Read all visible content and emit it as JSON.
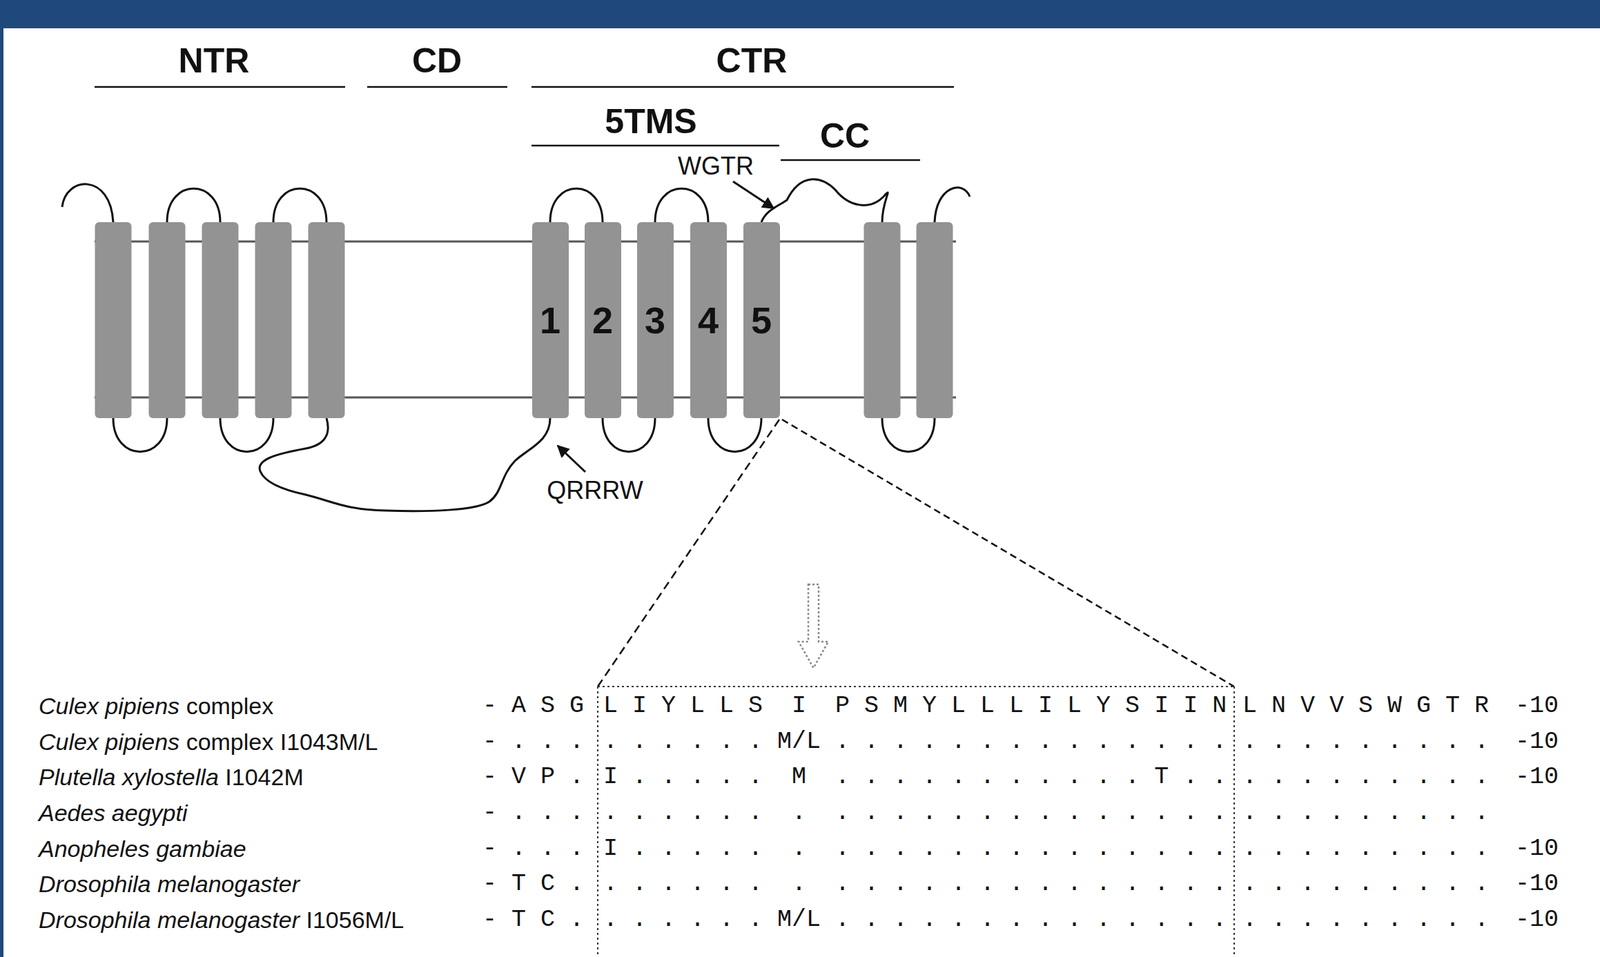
{
  "diagram": {
    "nodes": [
      {
        "text": [
          "1"
        ]
      },
      {
        "text": [
          "2"
        ]
      },
      {
        "text": [
          "3"
        ]
      },
      {
        "text": [
          "4"
        ]
      },
      {
        "text": [
          "5"
        ]
      }
    ],
    "edges": [
      {
        "from": 0,
        "to": 1,
        "arrow": "none"
      },
      {
        "from": 1,
        "to": 2,
        "arrow": "none"
      },
      {
        "from": 2,
        "to": 3,
        "arrow": "none"
      },
      {
        "from": 3,
        "to": 4,
        "arrow": "none"
      }
    ],
    "labels": [
      "NTR",
      "CD",
      "CTR",
      "5TMS",
      "CC",
      "WGTR",
      "QRRRW",
      "Culex pipiens",
      "complex",
      "- A S G",
      "L I Y L L S  I  P S M Y L L L I L Y S I I N",
      "L N V V S W G T R",
      "-10",
      "Culex pipiens",
      "complex I1043M/L",
      "- . . .",
      ". . . . . . M/L . . . . . . . . . . . . . .",
      ". . . . . . . . .",
      "-10",
      "Plutella xylostella",
      "I1042M",
      "- V P .",
      "I . . . . .  M  . . . . . . . . . . . T . .",
      ". . . . . . . . .",
      "-10",
      "Aedes aegypti",
      "- . . .",
      ". . . . . .  .  . . . . . . . . . . . . . .",
      ". . . . . . . . .",
      "Anopheles gambiae",
      "- . . .",
      "I . . . . .  .  . . . . . . . . . . . . . .",
      ". . . . . . . . .",
      "-10",
      "Drosophila melanogaster",
      "- T C .",
      ". . . . . .  .  . . . . . . . . . . . . . .",
      ". . . . . . . . .",
      "-10",
      "Drosophila melanogaster",
      "I1056M/L",
      "- T C .",
      ". . . . . . M/L . . . . . . . . . . . . . .",
      ". . . . . . . . .",
      "-10"
    ]
  }
}
